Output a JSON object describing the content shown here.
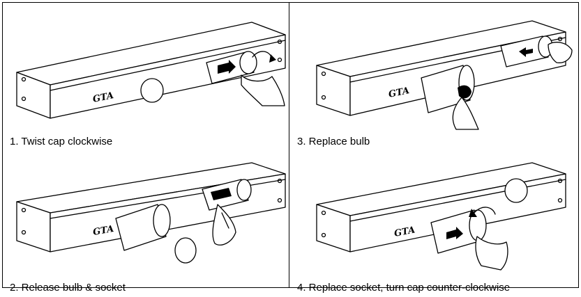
{
  "brand_label": "GTA",
  "steps": [
    {
      "caption": "1. Twist cap clockwise"
    },
    {
      "caption": "2. Release bulb & socket"
    },
    {
      "caption": "3. Replace bulb"
    },
    {
      "caption": "4. Replace socket, turn cap counter-clockwise"
    }
  ]
}
